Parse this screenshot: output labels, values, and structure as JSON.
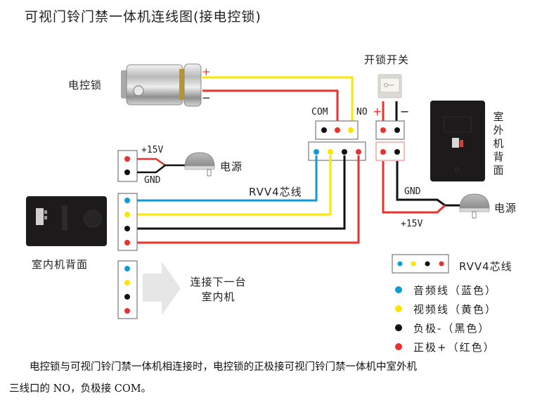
{
  "title": "可视门铃门禁一体机连线图(接电控锁)",
  "colors": {
    "blue": "#0f9ad8",
    "yellow": "#ffe600",
    "black": "#111111",
    "red": "#e8322d",
    "arrow_gray": "#e6e6e6",
    "box_border": "#777777",
    "pink_border": "#ef8d88"
  },
  "lock": {
    "label": "电控锁",
    "plus": "+",
    "minus": "−",
    "icon": "electric-lock-image"
  },
  "exit_switch": {
    "label": "开锁开关",
    "icon": "exit-button-image",
    "plus": "+",
    "minus": "−"
  },
  "outdoor_unit": {
    "label": "室外机背面",
    "label_chars": [
      "室",
      "外",
      "机",
      "背",
      "面"
    ],
    "com_label": "COM",
    "no_label": "NO",
    "terminal_3": [
      "black",
      "red",
      "yellow"
    ],
    "terminal_4": [
      "blue",
      "yellow",
      "black",
      "red"
    ],
    "switch_terminal": [
      "red",
      "black"
    ],
    "power_terminal": [
      "red",
      "black"
    ]
  },
  "power_indoor": {
    "label": "电源",
    "plus_label": "+15V",
    "gnd_label": "GND",
    "terminal": [
      "red",
      "black"
    ]
  },
  "power_outdoor": {
    "label": "电源",
    "plus_label": "+15V",
    "gnd_label": "GND"
  },
  "cable": {
    "label": "RVV4芯线"
  },
  "indoor_unit": {
    "label": "室内机背面",
    "terminal": [
      "blue",
      "yellow",
      "black",
      "red"
    ]
  },
  "next_unit": {
    "line1": "连接下一台",
    "line2": "室内机",
    "terminal": [
      "blue",
      "yellow",
      "black",
      "red"
    ]
  },
  "legend": {
    "cable_label": "RVV4芯线",
    "cable_dots": [
      "blue",
      "yellow",
      "black",
      "red"
    ],
    "items": [
      {
        "color": "blue",
        "text": "音频线（蓝色）"
      },
      {
        "color": "yellow",
        "text": "视频线（黄色）"
      },
      {
        "color": "black",
        "text": "负极-（黑色）"
      },
      {
        "color": "red",
        "text": "正极+（红色）"
      }
    ]
  },
  "note": {
    "line1": "电控锁与可视门铃门禁一体机相连接时，电控锁的正极接可视门铃门禁一体机中室外机",
    "line2": "三线口的 NO，负极接 COM。"
  }
}
